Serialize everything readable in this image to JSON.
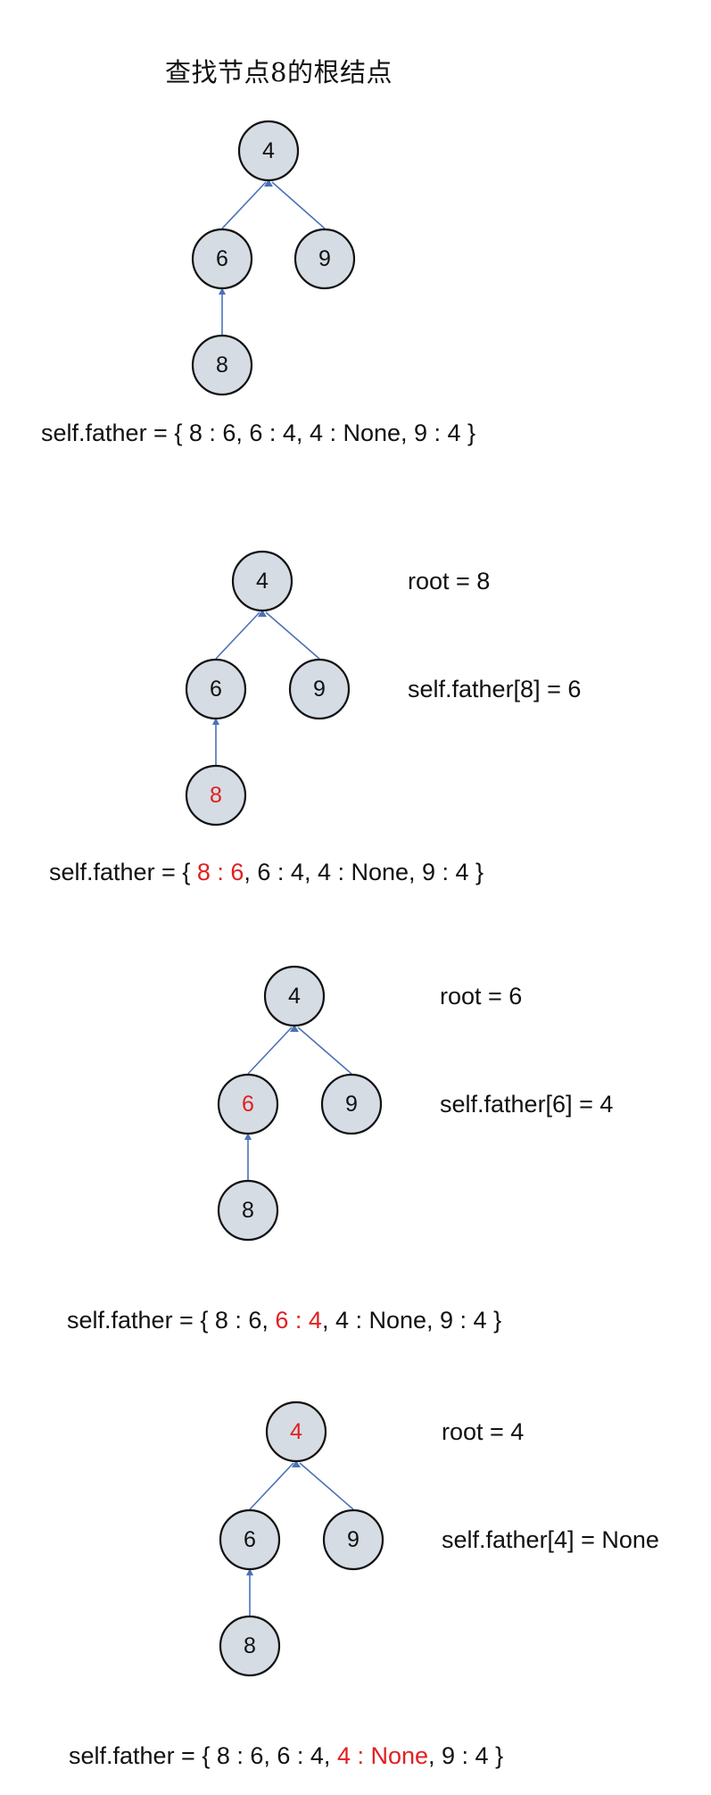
{
  "title": "查找节点8的根结点",
  "panels": [
    {
      "nodes": {
        "root": "4",
        "left": "6",
        "right": "9",
        "child": "8"
      },
      "highlight": "",
      "root_line": "",
      "father_line": "",
      "dict": {
        "open": "self.father = { ",
        "p1": "",
        "h": "",
        "p2": "8 : 6, 6 : 4, 4 : None, 9 : 4 }"
      }
    },
    {
      "nodes": {
        "root": "4",
        "left": "6",
        "right": "9",
        "child": "8"
      },
      "highlight": "child",
      "root_line": "root = 8",
      "father_line": "self.father[8]  = 6",
      "dict": {
        "open": "self.father  = { ",
        "p1": "",
        "h": "8 : 6",
        "p2": ", 6 : 4, 4 : None, 9 : 4 }"
      }
    },
    {
      "nodes": {
        "root": "4",
        "left": "6",
        "right": "9",
        "child": "8"
      },
      "highlight": "left",
      "root_line": "root = 6",
      "father_line": "self.father[6]  = 4",
      "dict": {
        "open": "self.father  = { ",
        "p1": "8 : 6, ",
        "h": "6 : 4",
        "p2": ", 4 : None, 9 : 4 }"
      }
    },
    {
      "nodes": {
        "root": "4",
        "left": "6",
        "right": "9",
        "child": "8"
      },
      "highlight": "root",
      "root_line": "root = 4",
      "father_line": "self.father[4]  = None",
      "dict": {
        "open": "self.father  = { ",
        "p1": "8 : 6, 6 : 4, ",
        "h": "4 : None",
        "p2": ", 9 : 4 }"
      }
    }
  ],
  "colors": {
    "node_fill": "#d6dce4",
    "edge": "#4a72b8",
    "highlight": "#e02020"
  }
}
